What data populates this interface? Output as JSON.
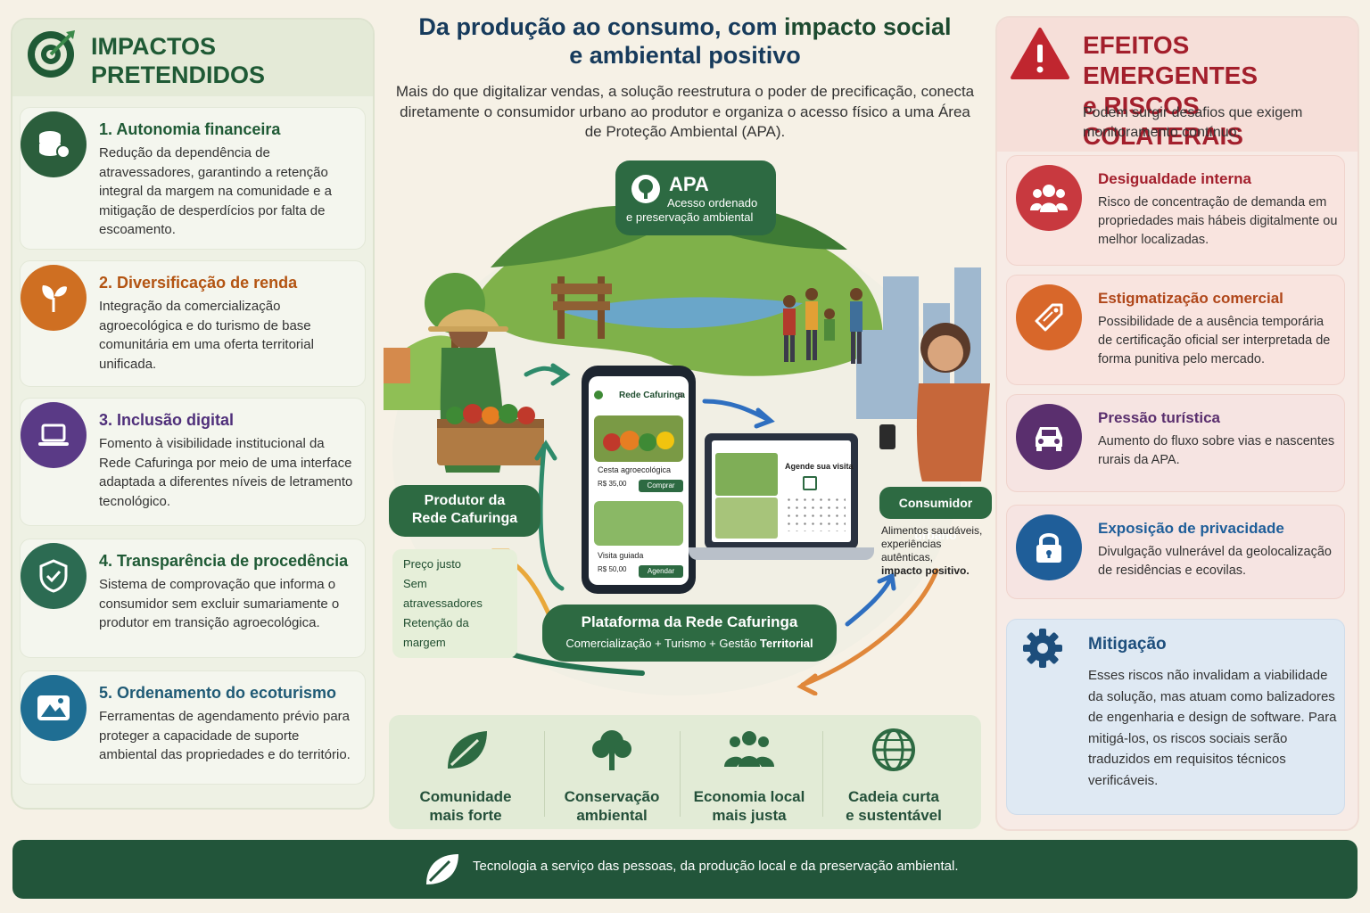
{
  "colors": {
    "green_dark": "#1f5a35",
    "accent_red": "#a31f2c",
    "blue_dark": "#1d4e7c",
    "footer": "#22553a"
  },
  "left": {
    "title_line1": "IMPACTOS",
    "title_line2": "PRETENDIDOS",
    "icon": "target-icon",
    "items": [
      {
        "title": "1. Autonomia financeira",
        "text": "Redução da dependência de atravessadores, garantindo a retenção integral da margem na comunidade e a mitigação de desperdícios por falta de escoamento.",
        "icon": "coins-icon",
        "color": "#2b5e3c"
      },
      {
        "title": "2. Diversificação de renda",
        "text": "Integração da comercialização agroecológica e do turismo de base comunitária em uma oferta territorial unificada.",
        "icon": "sprout-icon",
        "color": "#cf6f22"
      },
      {
        "title": "3. Inclusão digital",
        "text": "Fomento à visibilidade institucional da Rede Cafuringa por meio de uma interface adaptada a diferentes níveis de letramento tecnológico.",
        "icon": "laptop-icon",
        "color": "#5a3a86"
      },
      {
        "title": "4. Transparência de procedência",
        "text": "Sistema de comprovação que informa o consumidor sem excluir sumariamente o produtor em transição agroecológica.",
        "icon": "shield-check-icon",
        "color": "#2c6b52"
      },
      {
        "title": "5. Ordenamento do ecoturismo",
        "text": "Ferramentas de agendamento prévio para proteger a capacidade de suporte ambiental das propriedades e do território.",
        "icon": "mountain-icon",
        "color": "#1f6e93"
      }
    ]
  },
  "center": {
    "title_a": "Da produção ao consumo, com ",
    "title_b": "impacto social",
    "title_c": "e ambiental positivo",
    "subtitle": "Mais do que digitalizar vendas, a solução reestrutura o poder de precificação, conecta diretamente o consumidor urbano ao produtor e organiza o acesso físico a uma Área de Proteção Ambiental (APA).",
    "apa": {
      "title": "APA",
      "line1": "Acesso ordenado",
      "line2": "e preservação ambiental"
    },
    "producer": {
      "line1": "Produtor da",
      "line2": "Rede Cafuringa"
    },
    "producer_tag": [
      "Preço justo",
      "Sem atravessadores",
      "Retenção da margem"
    ],
    "consumer": {
      "label": "Consumidor urbano",
      "lines": [
        "Alimentos saudáveis,",
        "experiências autênticas,",
        "impacto positivo."
      ]
    },
    "phone": {
      "app": "Rede Cafuringa",
      "item1": "Cesta agroecológica",
      "price1": "R$ 35,00",
      "btn1": "Comprar",
      "item2": "Visita guiada",
      "price2": "R$ 50,00",
      "btn2": "Agendar"
    },
    "laptop": {
      "title": "Agende sua visita"
    },
    "platform": {
      "title": "Plataforma da Rede Cafuringa",
      "sub_a": "Comercialização + Turismo + Gestão ",
      "sub_b": "Territorial"
    },
    "benefits": [
      {
        "line1": "Comunidade",
        "line2": "mais forte",
        "icon": "leaf-icon"
      },
      {
        "line1": "Conservação",
        "line2": "ambiental",
        "icon": "tree-icon"
      },
      {
        "line1": "Economia local",
        "line2": "mais justa",
        "icon": "people-icon"
      },
      {
        "line1": "Cadeia curta",
        "line2": "e sustentável",
        "icon": "globe-icon"
      }
    ]
  },
  "right": {
    "title_line1": "EFEITOS EMERGENTES",
    "title_line2": "e RISCOS COLATERAIS",
    "subtitle": "Podem surgir desafios que exigem monitoramento contínuo:",
    "icon": "warning-icon",
    "risks": [
      {
        "title": "Desigualdade interna",
        "text": "Risco de concentração de demanda em propriedades mais hábeis digitalmente ou melhor localizadas.",
        "icon": "group-icon",
        "color": "#c8393f",
        "tcolor": "#a31f2c"
      },
      {
        "title": "Estigmatização comercial",
        "text": "Possibilidade de a ausência temporária de certificação oficial ser interpretada de forma punitiva pelo mercado.",
        "icon": "tag-icon",
        "color": "#d8672a",
        "tcolor": "#b0471a"
      },
      {
        "title": "Pressão turística",
        "text": "Aumento do fluxo sobre vias e nascentes rurais da APA.",
        "icon": "car-icon",
        "color": "#5a2f6e",
        "tcolor": "#5a2f6e"
      },
      {
        "title": "Exposição de privacidade",
        "text": "Divulgação vulnerável da geolocalização de residências e ecovilas.",
        "icon": "lock-icon",
        "color": "#1f5e99",
        "tcolor": "#1f5e99"
      }
    ],
    "mitigation": {
      "title": "Mitigação",
      "icon": "gear-icon",
      "text": "Esses riscos não invalidam a viabilidade da solução, mas atuam como balizadores de engenharia e design de software. Para mitigá-los, os riscos sociais serão traduzidos em requisitos técnicos verificáveis."
    }
  },
  "footer": {
    "text": "Tecnologia a serviço das pessoas, da produção local e da preservação ambiental.",
    "icon": "leaf-icon"
  }
}
